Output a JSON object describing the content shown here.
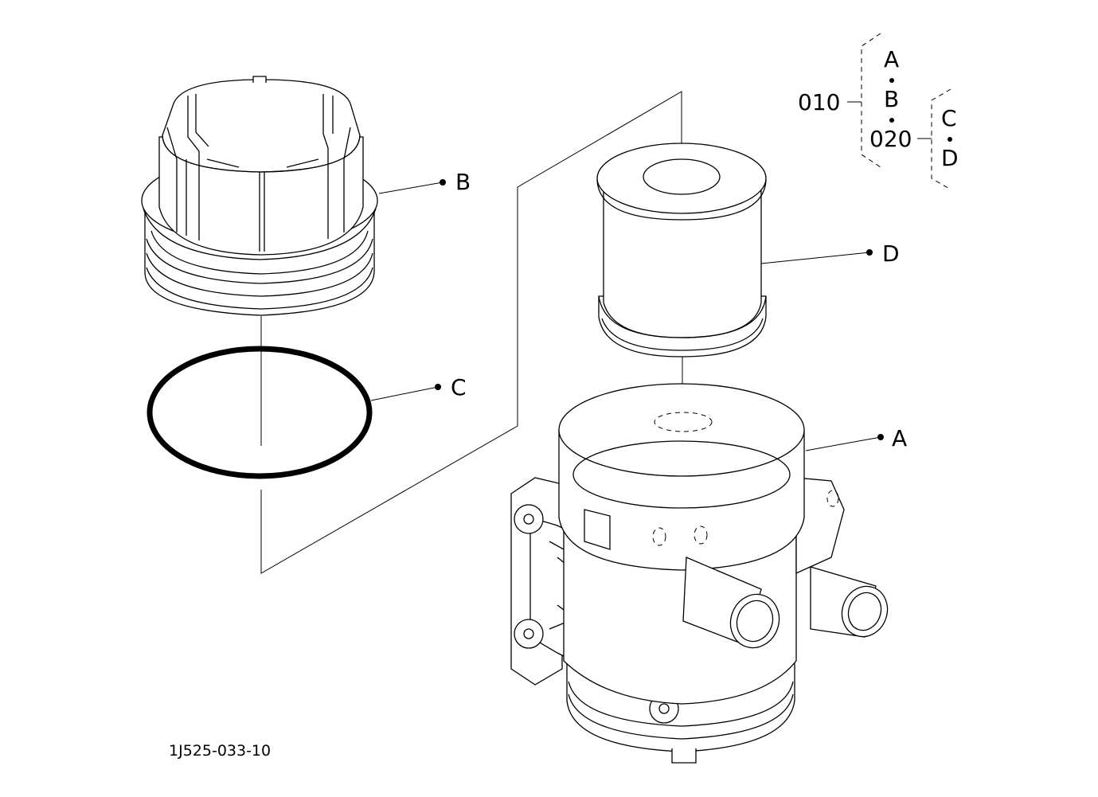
{
  "drawing": {
    "figure_code": "1J525-033-10",
    "callouts": [
      {
        "label": "A",
        "part": "housing"
      },
      {
        "label": "B",
        "part": "cap"
      },
      {
        "label": "C",
        "part": "o-ring"
      },
      {
        "label": "D",
        "part": "filter-element"
      }
    ],
    "legend": {
      "assembly_010": {
        "code": "010",
        "items": [
          "A",
          "B"
        ],
        "sub_assembly": {
          "code": "020",
          "items": [
            "C",
            "D"
          ]
        }
      }
    }
  }
}
